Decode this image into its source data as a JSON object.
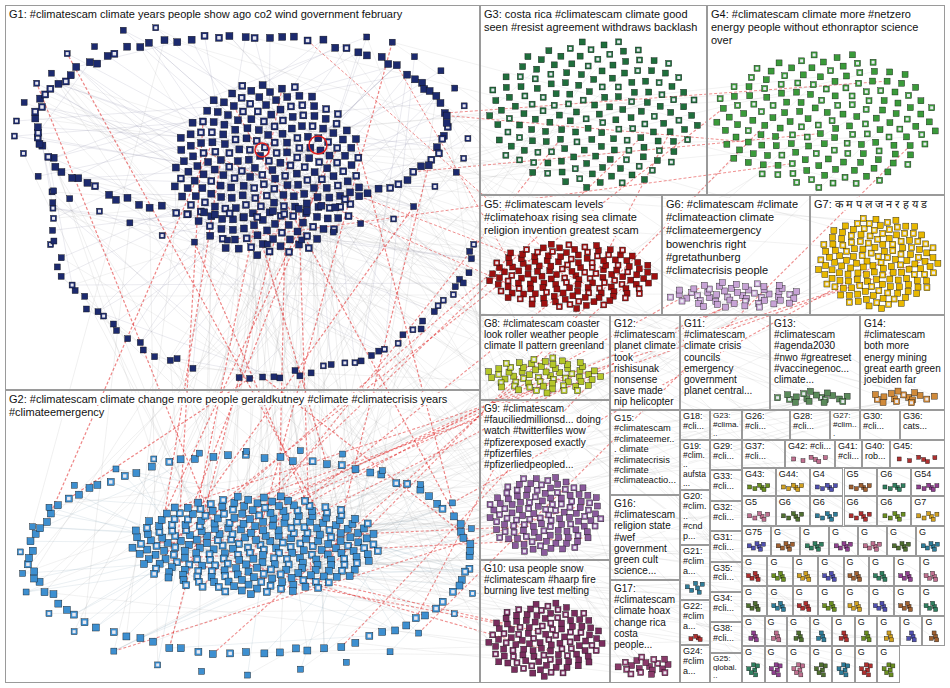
{
  "diagram": {
    "nodes": [
      {
        "text": [
          "G1: #climatescam climate years people show ago co2 wind government february"
        ]
      },
      {
        "text": [
          "G2: #climatescam climate change more people geraldkutney #climate #climatecrisis years #climateemergency"
        ]
      },
      {
        "text": [
          "G3: costa rica #climatescam climate good seen #resist agreement withdraws backlash"
        ]
      },
      {
        "text": [
          "G4: #climatescam climate more #netzero energy people without ethonraptor science over"
        ]
      },
      {
        "text": [
          "G5: #climatescam levels #climatehoax rising sea climate religion invention greatest scam"
        ]
      },
      {
        "text": [
          "G6: #climatescam #climate #climateaction climate #climateemergency bowenchris right #gretathunberg #climatecrisis people"
        ]
      },
      {
        "text": [
          "G7: क म प ल ज न र ह य ड"
        ]
      },
      {
        "text": [
          "G8: #climatescam coaster look roller weather people climate ll pattern greenland"
        ]
      },
      {
        "text": [
          "G9: #climatescam #fauciliedmillionsd... doing watch #twitterfiles wow #pfizerexposed exactly #pfizerfiles #pfizerliedpeopled..."
        ]
      },
      {
        "text": [
          "G10: usa people snow #climatescam #haarp fire burning live test melting"
        ]
      },
      {
        "text": [
          "G12: #climatescam planet climate took rishisunak nonsense save made nip helicopter"
        ]
      },
      {
        "text": [
          "G11: #climatescam climate crisis councils emergency government planet central..."
        ]
      },
      {
        "text": [
          "G13: #climatescam #agenda2030 #nwo #greatreset #vaccinegenoc... climate..."
        ]
      },
      {
        "text": [
          "G14: #climatescam both more energy mining great earth green joebiden far"
        ]
      },
      {
        "text": [
          "G15: #climatescam #climateemer... climate #climatecrisis #climate #climateactio..."
        ]
      },
      {
        "text": [
          "G16: #climatescam religion state #wef government green cult science..."
        ]
      },
      {
        "text": [
          "G17: #climatescam climate hoax change rica costa people..."
        ]
      },
      {
        "text": [
          "G18: #cli..."
        ]
      },
      {
        "text": [
          "G19: #clim... aufsta..."
        ]
      },
      {
        "text": [
          "G20: #clim... #cndp..."
        ]
      },
      {
        "text": [
          "G21: #clima..."
        ]
      },
      {
        "text": [
          "G22: #clima..."
        ]
      },
      {
        "text": [
          "G24: #clima..."
        ]
      },
      {
        "text": [
          "G23: #clima..."
        ]
      },
      {
        "text": [
          "G29: #cli..."
        ]
      },
      {
        "text": [
          "G33: #cli..."
        ]
      },
      {
        "text": [
          "G32: #cli..."
        ]
      },
      {
        "text": [
          "G31: #cli..."
        ]
      },
      {
        "text": [
          "G35: #cli..."
        ]
      },
      {
        "text": [
          "G34: #cli..."
        ]
      },
      {
        "text": [
          "G38: #cli..."
        ]
      },
      {
        "text": [
          "G25: global..."
        ]
      },
      {
        "text": [
          "G26: #cli..."
        ]
      },
      {
        "text": [
          "G28: #cli..."
        ]
      },
      {
        "text": [
          "G27: #clim..."
        ]
      },
      {
        "text": [
          "G30: #cli..."
        ]
      },
      {
        "text": [
          "G36: cats..."
        ]
      },
      {
        "text": [
          "G37: #cli..."
        ]
      },
      {
        "text": [
          "G42: #cli..."
        ]
      },
      {
        "text": [
          "G41: #cli..."
        ]
      },
      {
        "text": [
          "G40: rob..."
        ]
      },
      {
        "text": [
          "G45:"
        ]
      },
      {
        "text": [
          "G43:"
        ]
      },
      {
        "text": [
          "G44:"
        ]
      },
      {
        "text": [
          "G4"
        ]
      },
      {
        "text": [
          "G5"
        ]
      },
      {
        "text": [
          "G6"
        ]
      },
      {
        "text": [
          "G54"
        ]
      },
      {
        "text": [
          "G5"
        ]
      },
      {
        "text": [
          "G6"
        ]
      },
      {
        "text": [
          "G6"
        ]
      },
      {
        "text": [
          "G6"
        ]
      },
      {
        "text": [
          "G6"
        ]
      },
      {
        "text": [
          "G7"
        ]
      },
      {
        "text": [
          "G75"
        ]
      },
      {
        "text": [
          "G"
        ]
      },
      {
        "text": [
          "G"
        ]
      },
      {
        "text": [
          "G"
        ]
      },
      {
        "text": [
          "G"
        ]
      },
      {
        "text": [
          "G"
        ]
      },
      {
        "text": [
          "G"
        ]
      },
      {
        "text": [
          "G"
        ]
      },
      {
        "text": [
          "G"
        ]
      },
      {
        "text": [
          "G"
        ]
      },
      {
        "text": [
          "G"
        ]
      },
      {
        "text": [
          "G"
        ]
      },
      {
        "text": [
          "G"
        ]
      },
      {
        "text": [
          "G"
        ]
      },
      {
        "text": [
          "G"
        ]
      },
      {
        "text": [
          "G"
        ]
      },
      {
        "text": [
          "G"
        ]
      },
      {
        "text": [
          "G"
        ]
      },
      {
        "text": [
          "G"
        ]
      },
      {
        "text": [
          "G"
        ]
      },
      {
        "text": [
          "G"
        ]
      },
      {
        "text": [
          "G"
        ]
      },
      {
        "text": [
          "G"
        ]
      },
      {
        "text": [
          "G"
        ]
      },
      {
        "text": [
          "G"
        ]
      },
      {
        "text": [
          "G"
        ]
      },
      {
        "text": [
          "G"
        ]
      },
      {
        "text": [
          "G"
        ]
      },
      {
        "text": [
          "G"
        ]
      },
      {
        "text": [
          "G"
        ]
      },
      {
        "text": [
          "G"
        ]
      },
      {
        "text": [
          "G"
        ]
      },
      {
        "text": [
          "G"
        ]
      },
      {
        "text": [
          "G"
        ]
      },
      {
        "text": [
          "G"
        ]
      },
      {
        "text": [
          "G"
        ]
      },
      {
        "text": [
          "G"
        ]
      },
      {
        "text": [
          "G"
        ]
      },
      {
        "text": [
          "G"
        ]
      }
    ]
  }
}
